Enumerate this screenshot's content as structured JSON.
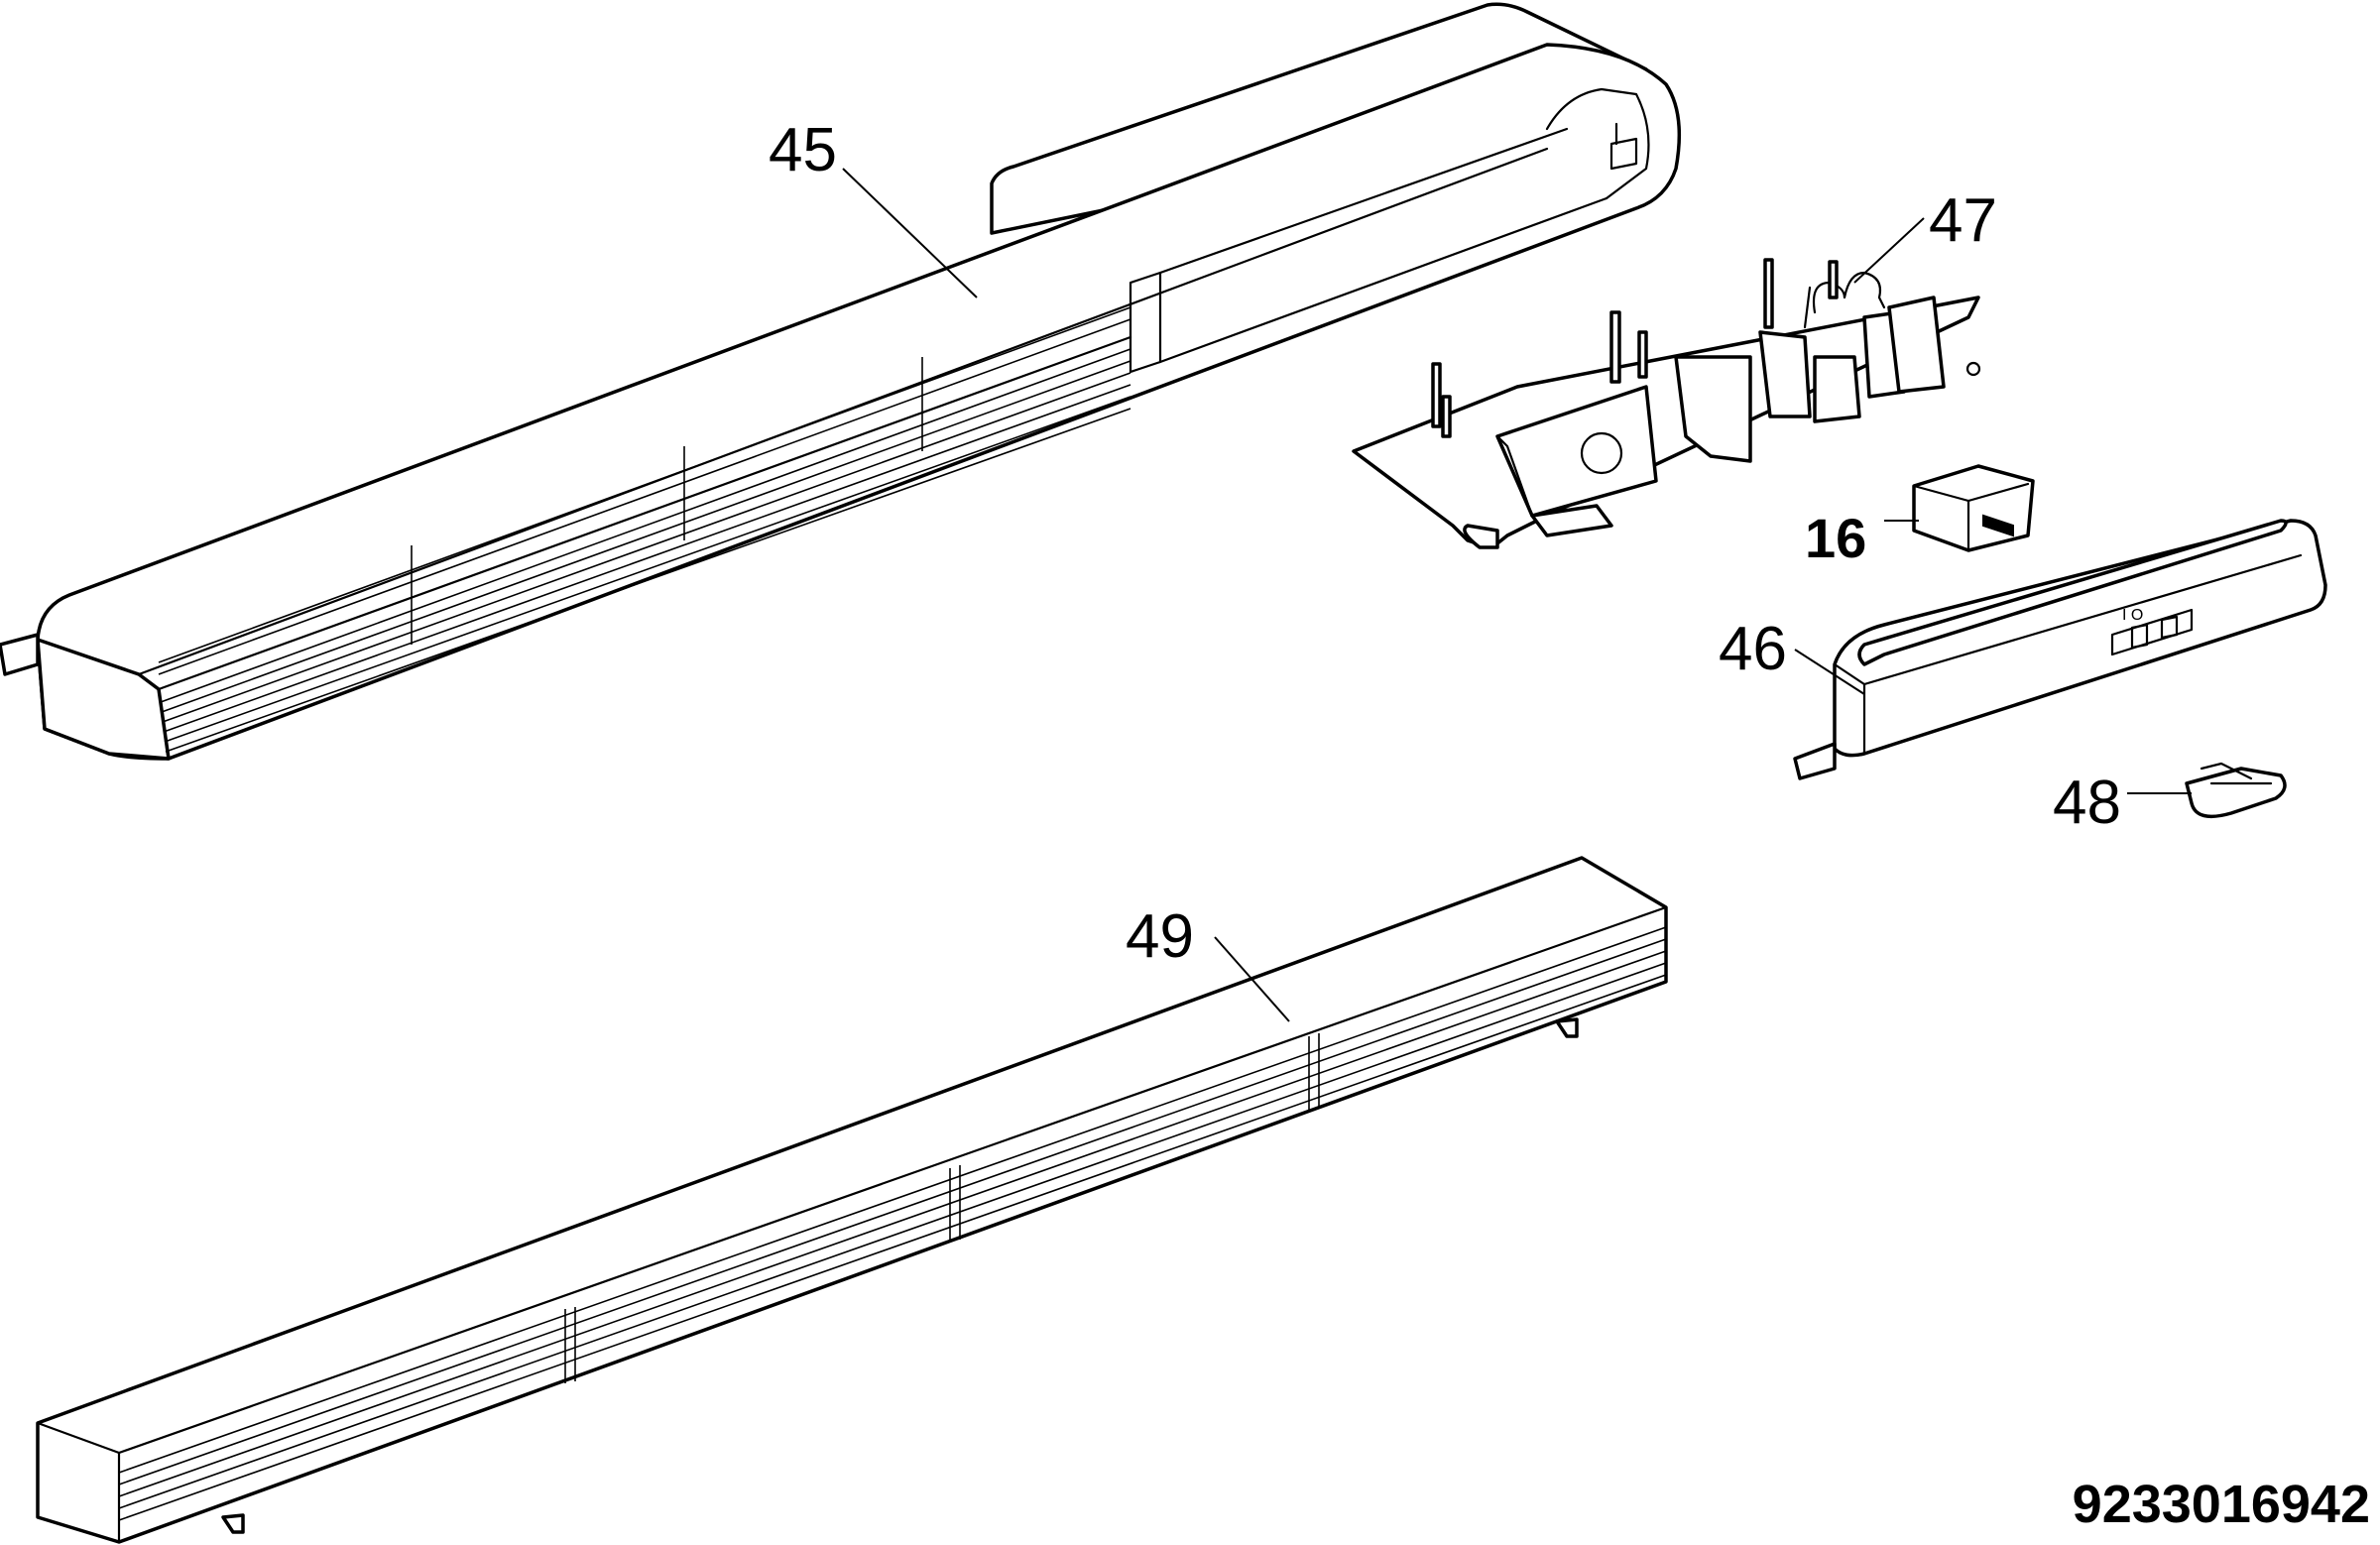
{
  "callouts": {
    "part_45": "45",
    "part_47": "47",
    "part_16": "16",
    "part_46": "46",
    "part_48": "48",
    "part_49": "49"
  },
  "drawing_number": "9233016942",
  "colors": {
    "line": "#000000",
    "background": "#ffffff"
  }
}
